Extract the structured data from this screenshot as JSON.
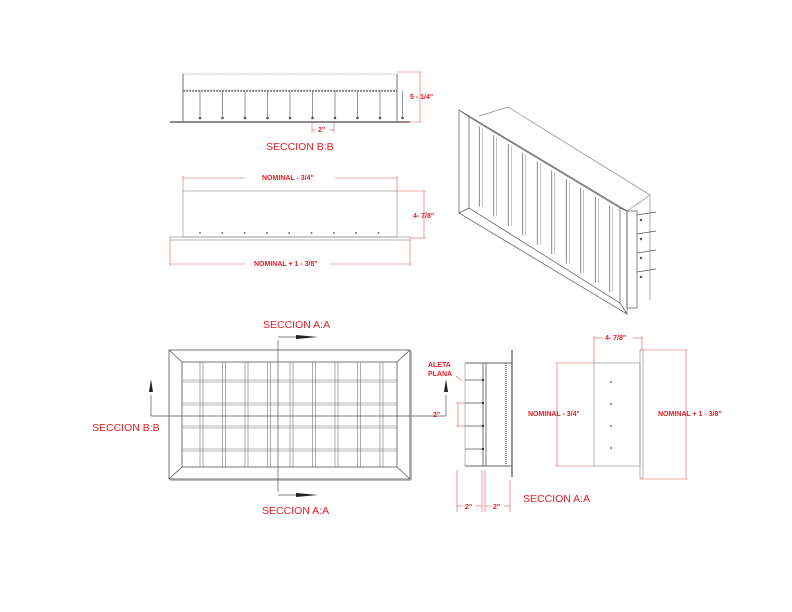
{
  "drawing": {
    "title": "Rejilla / grille technical drawing",
    "colors": {
      "annotation": "#e31e24",
      "linework": "#555555"
    },
    "section_bb_top": {
      "label": "SECCION B:B",
      "height_dim": "5 - 1/4\"",
      "spacing_dim": "2\""
    },
    "plan_view": {
      "top_dim": "NOMINAL - 3/4\"",
      "height_dim": "4- 7/8\"",
      "bottom_dim": "NOMINAL + 1 - 3/8\""
    },
    "front_view": {
      "section_aa_top": "SECCION A:A",
      "section_aa_bottom": "SECCION A:A",
      "section_bb_left": "SECCION B:B"
    },
    "section_aa": {
      "fin_label_line1": "ALETA",
      "fin_label_line2": "PLANA",
      "spacing_dim": "2\"",
      "bottom_dim_left": "2\"",
      "bottom_dim_right": "2\"",
      "label": "SECCION A:A"
    },
    "side_view": {
      "depth_dim": "4- 7/8\"",
      "left_dim": "NOMINAL - 3/4\"",
      "right_dim": "NOMINAL + 1 - 3/8\""
    }
  }
}
